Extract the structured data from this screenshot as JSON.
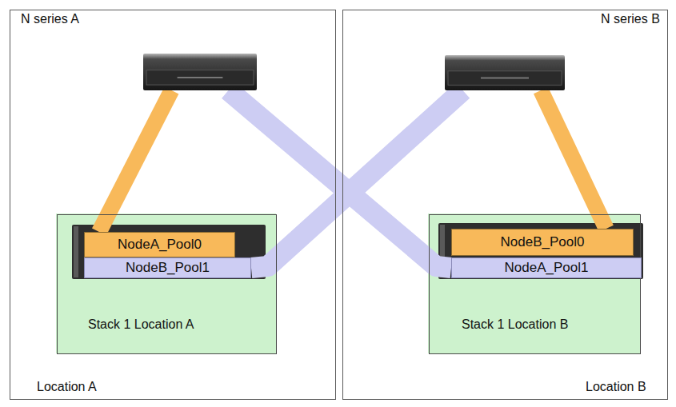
{
  "diagram": {
    "nodes": [
      {
        "text": [
          "Location A"
        ]
      },
      {
        "text": [
          "N series A"
        ],
        "in": 0
      },
      {
        "text": [
          "Stack 1 Location A"
        ],
        "in": 0
      },
      {
        "text": [
          "NodeA_Pool0"
        ],
        "in": 2
      },
      {
        "text": [
          "NodeB_Pool1"
        ],
        "in": 2
      },
      {
        "text": [
          "Location B"
        ]
      },
      {
        "text": [
          "N series B"
        ],
        "in": 5
      },
      {
        "text": [
          "Stack 1 Location B"
        ],
        "in": 5
      },
      {
        "text": [
          "NodeB_Pool0"
        ],
        "in": 7
      },
      {
        "text": [
          "NodeA_Pool1"
        ],
        "in": 7
      }
    ],
    "edges": [
      {
        "from": 1,
        "to": 3,
        "arrow": "none"
      },
      {
        "from": 1,
        "to": 9,
        "arrow": "none"
      },
      {
        "from": 6,
        "to": 8,
        "arrow": "none"
      },
      {
        "from": 6,
        "to": 4,
        "arrow": "none"
      }
    ]
  }
}
